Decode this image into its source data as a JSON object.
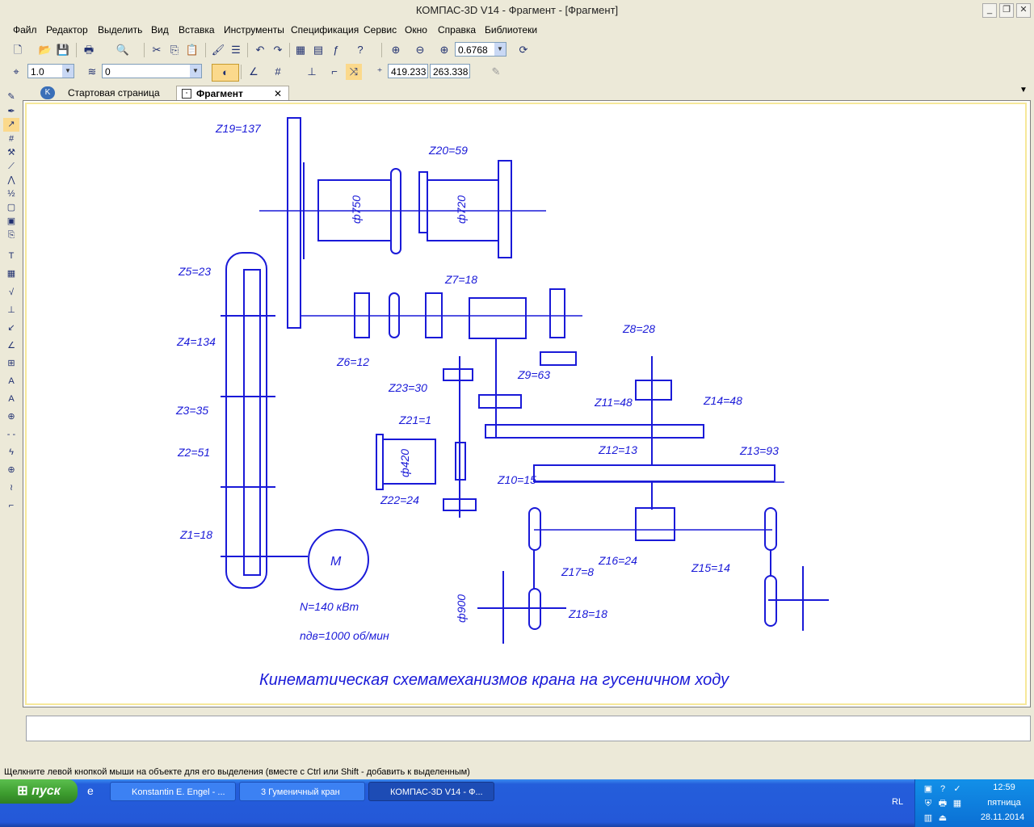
{
  "window": {
    "title": "КОМПАС-3D V14 - Фрагмент - [Фрагмент]",
    "btn_minimize": "_",
    "btn_restore": "❐",
    "btn_close": "✕"
  },
  "menu": [
    "Файл",
    "Редактор",
    "Выделить",
    "Вид",
    "Вставка",
    "Инструменты",
    "Спецификация",
    "Сервис",
    "Окно",
    "Справка",
    "Библиотеки"
  ],
  "toolbar": {
    "zoom_value": "0.6768",
    "scale_value": "1.0",
    "layer_value": "0",
    "coord_x": "419.233",
    "coord_y": "263.338"
  },
  "tabs": {
    "start_page": "Стартовая страница",
    "fragment": "Фрагмент",
    "close": "✕"
  },
  "drawing": {
    "caption": "Кинематическая схемамеханизмов крана на гусеничном ходу",
    "motor_label": "М",
    "power": "N=140 кВт",
    "speed": "nдв=1000 об/мин",
    "labels": {
      "z19": "Z19=137",
      "z20": "Z20=59",
      "d750": "ф750",
      "d720": "ф720",
      "z5": "Z5=23",
      "z7": "Z7=18",
      "z8": "Z8=28",
      "z4": "Z4=134",
      "z6": "Z6=12",
      "z9": "Z9=63",
      "z23": "Z23=30",
      "z11": "Z11=48",
      "z14": "Z14=48",
      "z3": "Z3=35",
      "z21": "Z21=1",
      "z12": "Z12=13",
      "z13": "Z13=93",
      "d420": "ф420",
      "z2": "Z2=51",
      "z10": "Z10=15",
      "z22": "Z22=24",
      "z1": "Z1=18",
      "z16": "Z16=24",
      "z15": "Z15=14",
      "z17": "Z17=8",
      "z18": "Z18=18",
      "d900": "ф900"
    }
  },
  "status_text": "Щелкните левой кнопкой мыши на объекте для его выделения (вместе с Ctrl или Shift - добавить к выделенным)",
  "taskbar": {
    "start_label": "пуск",
    "tasks": [
      "Konstantin E. Engel - ...",
      "3 Гуменичный кран",
      "КОМПАС-3D V14 - Ф..."
    ],
    "lang": "RL",
    "time": "12:59",
    "day": "пятница",
    "date": "28.11.2014"
  },
  "colors": {
    "drawing": "#1a1ad8",
    "canvas_frame": "#f6e89a",
    "taskbar": "#245edb"
  }
}
